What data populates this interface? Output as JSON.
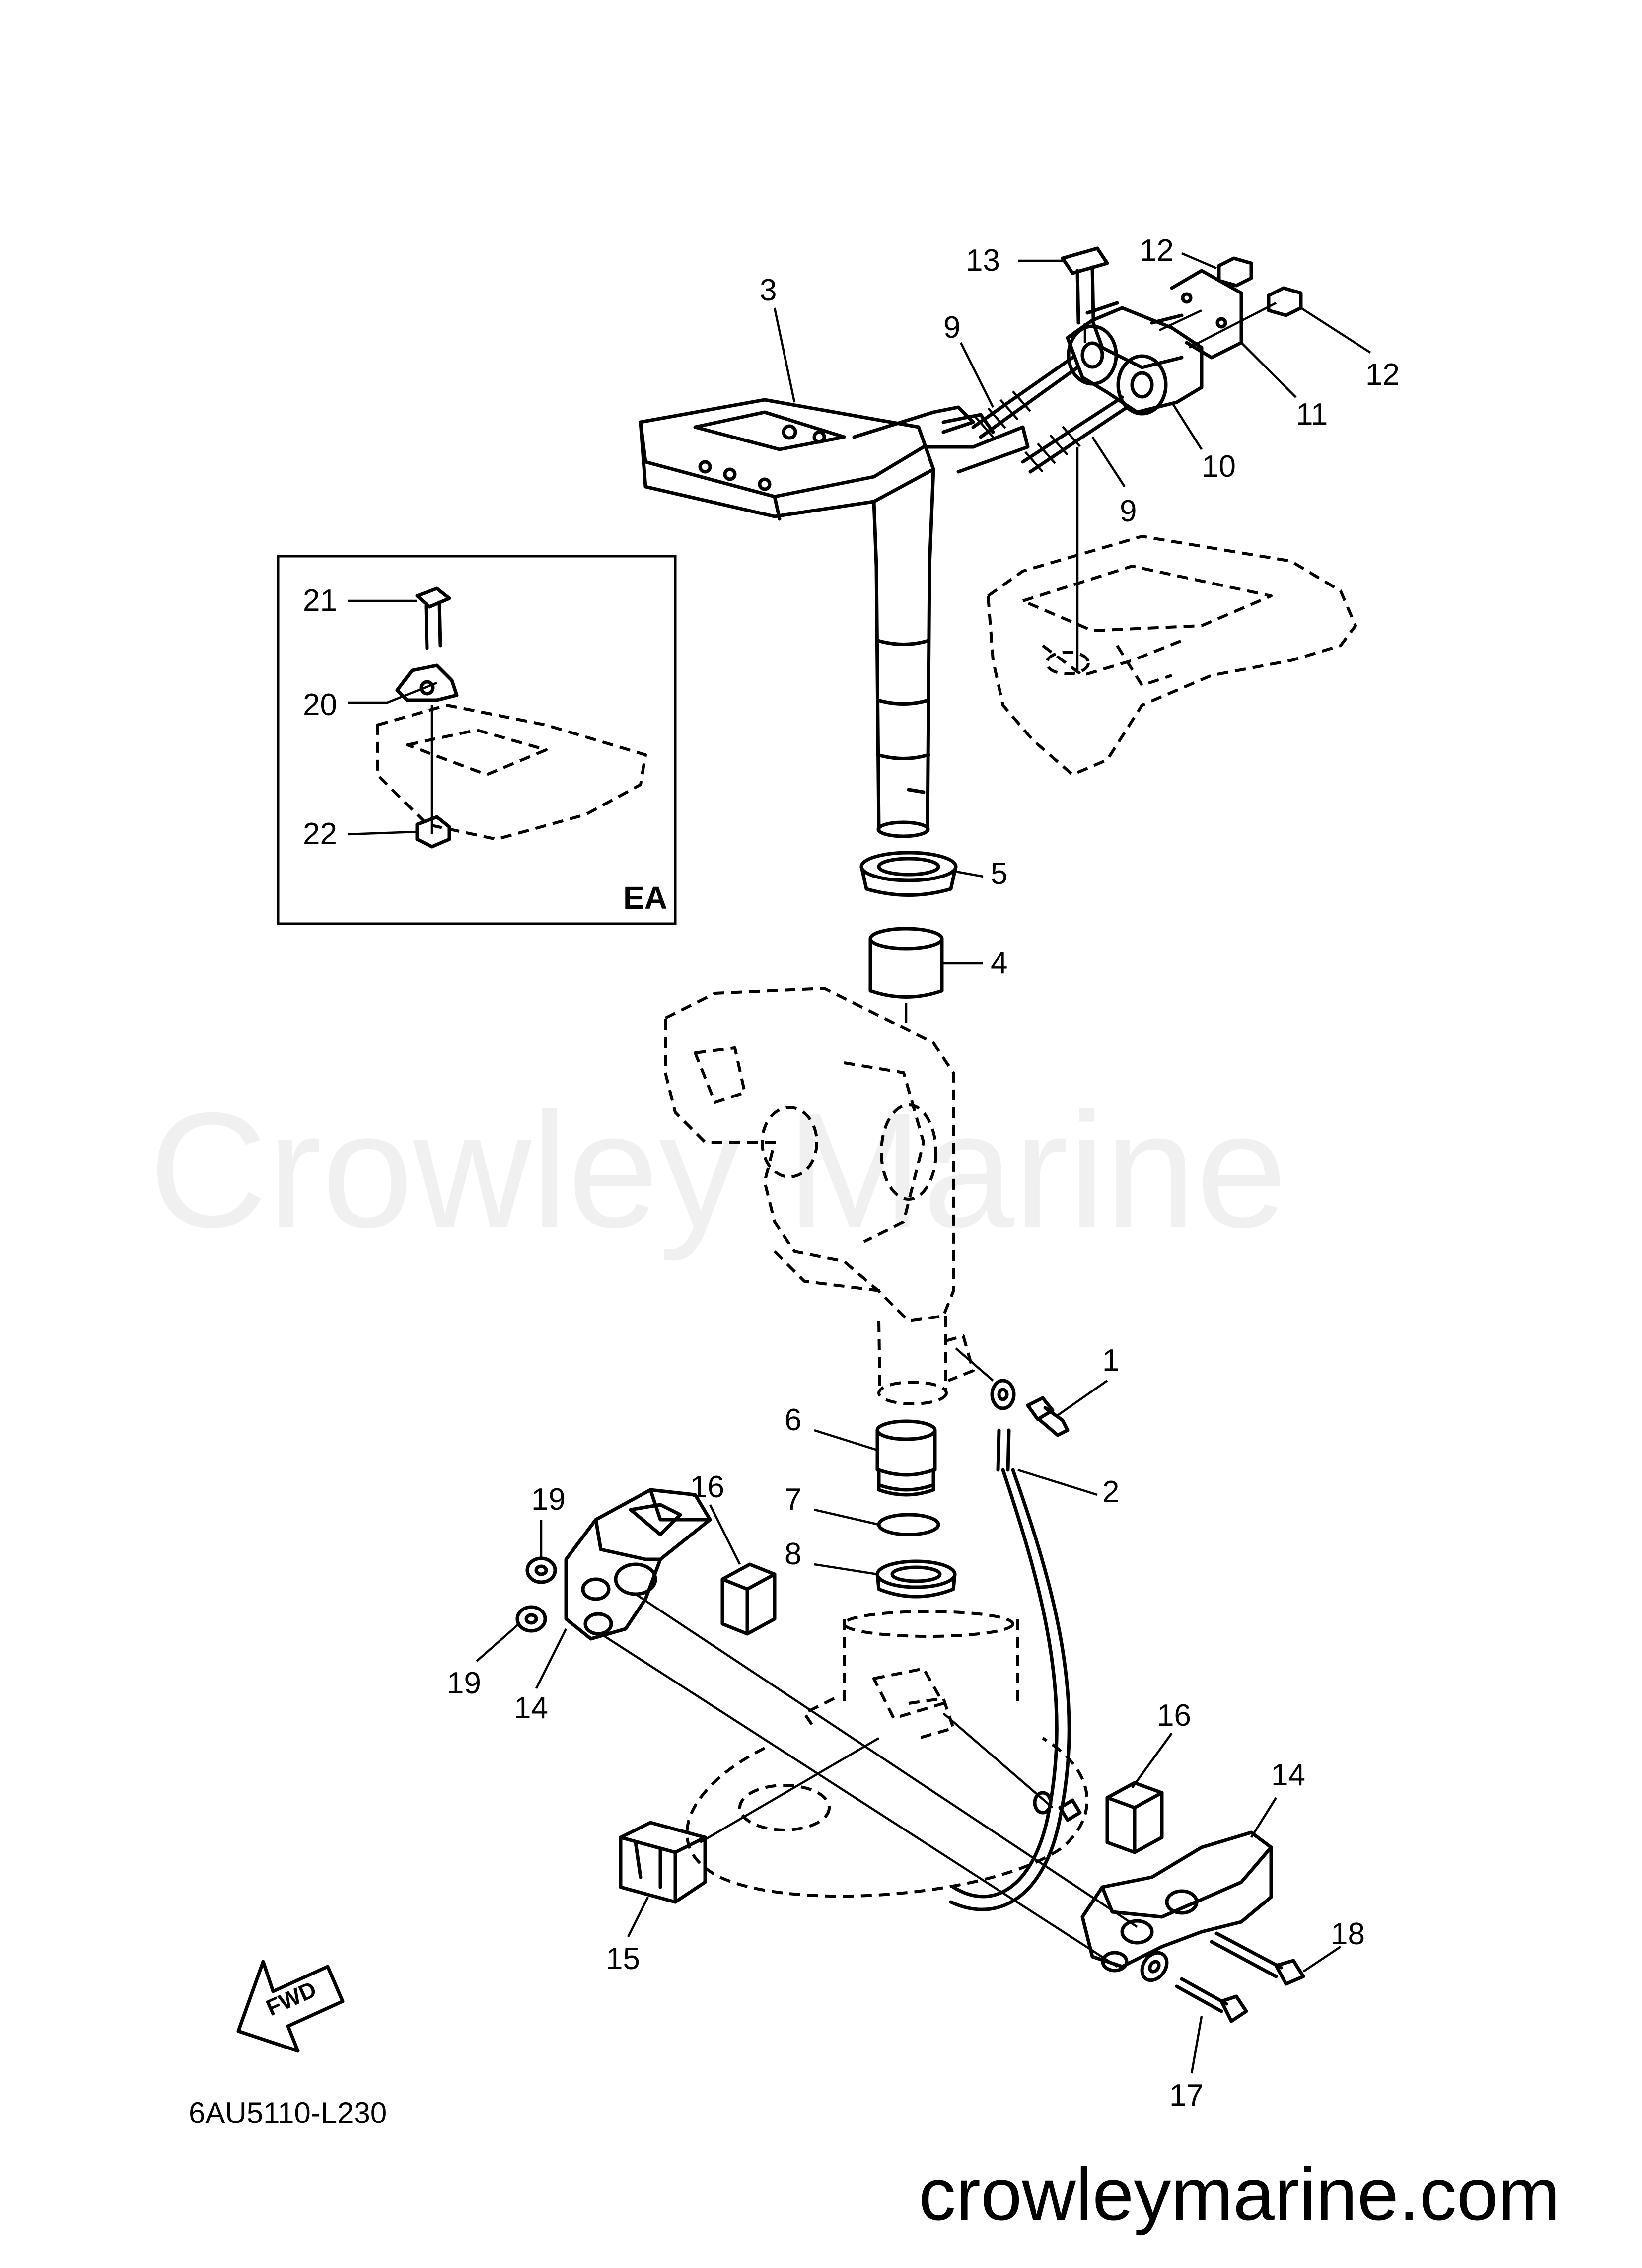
{
  "watermark": "Crowley Marine",
  "site_url": "crowleymarine.com",
  "diagram_code": "6AU5110-L230",
  "inset_label": "EA",
  "fwd_label": "FWD",
  "callouts": [
    "1",
    "2",
    "3",
    "4",
    "5",
    "6",
    "7",
    "8",
    "9",
    "9",
    "10",
    "11",
    "12",
    "12",
    "13",
    "14",
    "14",
    "15",
    "16",
    "16",
    "17",
    "18",
    "19",
    "19",
    "20",
    "21",
    "22"
  ]
}
